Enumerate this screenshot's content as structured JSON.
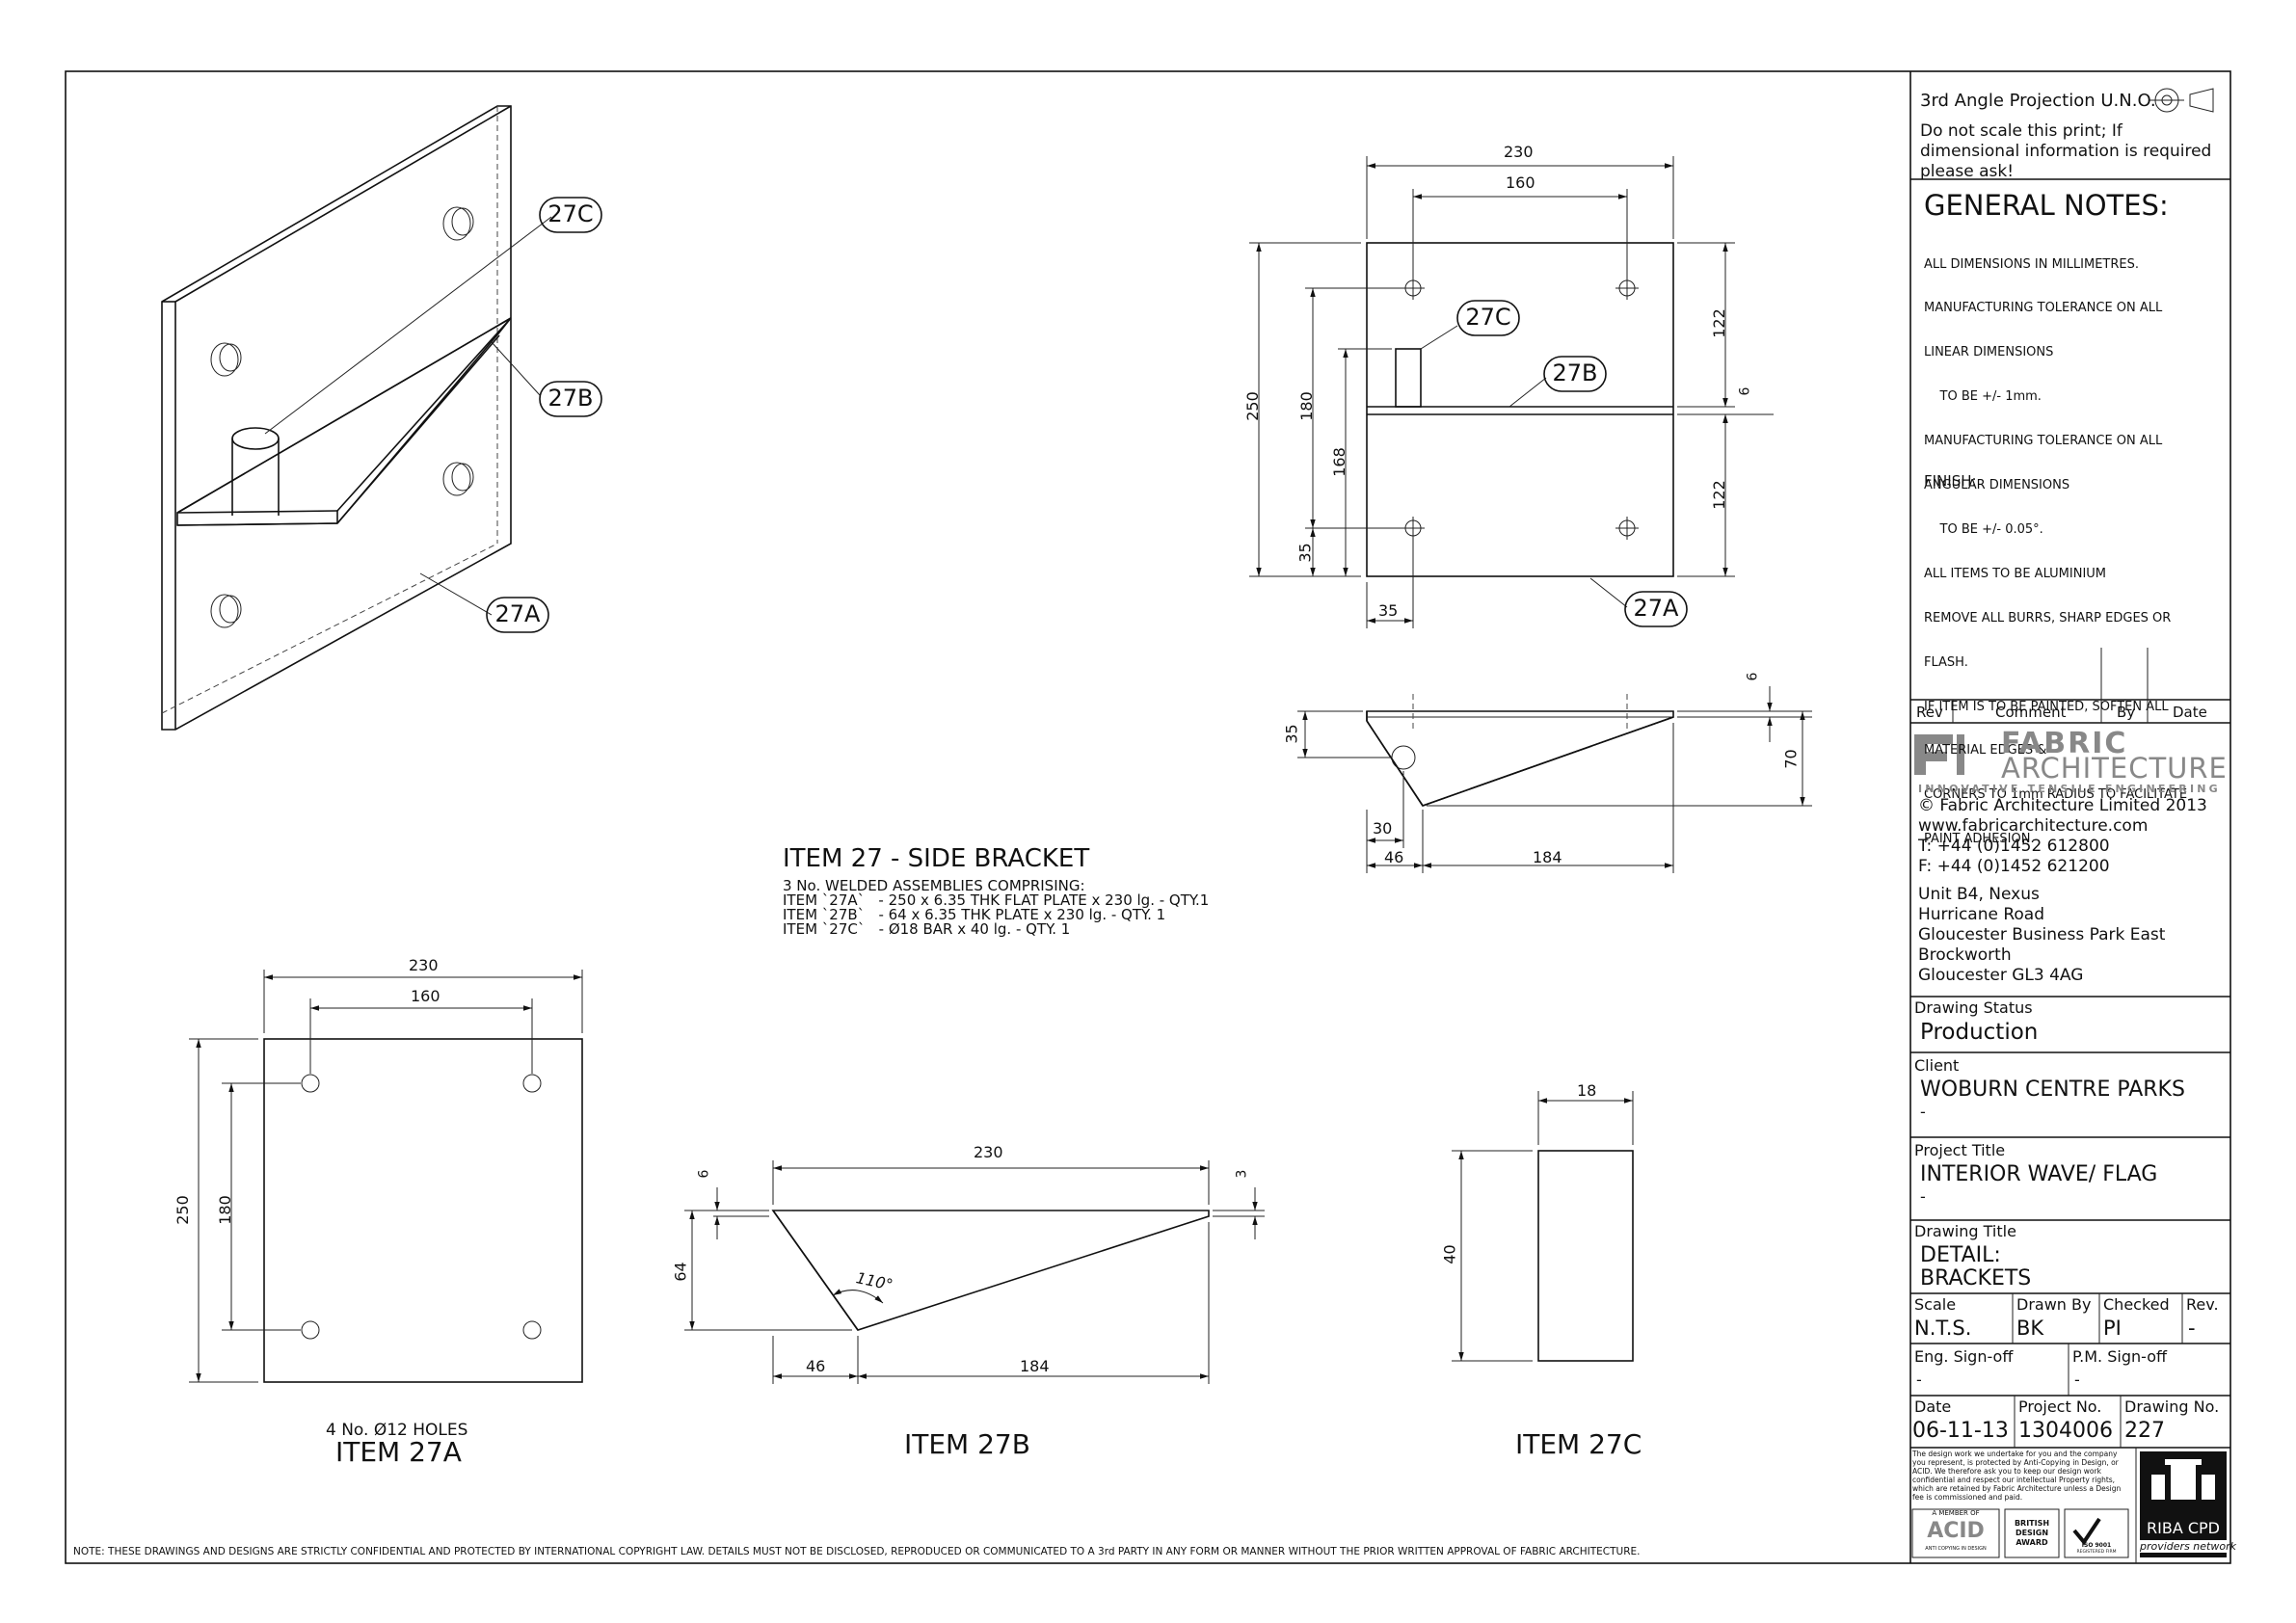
{
  "title_block": {
    "projection": "3rd Angle Projection U.N.O.",
    "scale_note": "Do not scale this print; If dimensional information is required please ask!",
    "general_notes_heading": "GENERAL NOTES:",
    "general_notes": [
      "ALL DIMENSIONS IN MILLIMETRES.",
      "MANUFACTURING TOLERANCE ON ALL",
      "LINEAR DIMENSIONS",
      "    TO BE +/- 1mm.",
      "MANUFACTURING TOLERANCE ON ALL",
      "ANGULAR DIMENSIONS",
      "    TO BE +/- 0.05°.",
      "ALL ITEMS TO BE ALUMINIUM",
      "REMOVE ALL BURRS, SHARP EDGES OR",
      "FLASH.",
      "IF ITEM IS TO BE PAINTED, SOFTEN ALL",
      "MATERIAL EDGES &",
      "CORNERS TO 1mm RADIUS TO FACILITATE",
      "PAINT ADHESION."
    ],
    "finish_label": "FINISH:",
    "revision_headers": [
      "Rev",
      "Comment",
      "By",
      "Date"
    ],
    "company_name_1": "FABRIC",
    "company_name_2": "ARCHITECTURE",
    "company_tagline": "INNOVATIVE TENSILE ENGINEERING",
    "company_details": [
      "© Fabric Architecture Limited 2013",
      "www.fabricarchitecture.com",
      "T: +44 (0)1452 612800",
      "F: +44 (0)1452 621200"
    ],
    "address": [
      "Unit B4, Nexus",
      "Hurricane Road",
      "Gloucester Business Park East",
      "Brockworth",
      "Gloucester GL3 4AG"
    ],
    "drawing_status_label": "Drawing Status",
    "drawing_status": "Production",
    "client_label": "Client",
    "client": "WOBURN CENTRE PARKS",
    "client_sub": "-",
    "project_title_label": "Project Title",
    "project_title": "INTERIOR WAVE/ FLAG",
    "project_title_sub": "-",
    "drawing_title_label": "Drawing Title",
    "drawing_title_1": "DETAIL:",
    "drawing_title_2": "BRACKETS",
    "scale_label": "Scale",
    "scale": "N.T.S.",
    "drawn_by_label": "Drawn By",
    "drawn_by": "BK",
    "checked_label": "Checked",
    "checked": "PI",
    "rev_label": "Rev.",
    "rev": "-",
    "eng_signoff_label": "Eng. Sign-off",
    "eng_signoff": "-",
    "pm_signoff_label": "P.M. Sign-off",
    "pm_signoff": "-",
    "date_label": "Date",
    "date": "06-11-13",
    "project_no_label": "Project No.",
    "project_no": "1304006",
    "drawing_no_label": "Drawing No.",
    "drawing_no": "227",
    "copyright_small": "The design work we undertake for you and the company you represent, is protected by Anti-Copying in Design, or ACID. We therefore ask you to keep our design work confidential and respect our intellectual Property rights, which are retained by Fabric Architecture unless a Design fee is commissioned and paid.",
    "logos": {
      "acid_top": "A MEMBER OF",
      "acid": "ACID",
      "acid_bottom": "ANTI COPYING IN DESIGN",
      "bda_1": "BRITISH",
      "bda_2": "DESIGN",
      "bda_3": "AWARD",
      "iso": "ISO 9001",
      "iso_bottom": "REGISTERED FIRM",
      "riba": "RIBA CPD",
      "riba_sub": "providers network"
    }
  },
  "item_heading": {
    "title": "ITEM 27 - SIDE BRACKET",
    "lines": [
      "3 No. WELDED ASSEMBLIES COMPRISING:",
      "ITEM `27A`   - 250 x 6.35 THK FLAT PLATE x 230 lg. - QTY.1",
      "ITEM `27B`   - 64 x 6.35 THK PLATE x 230 lg. - QTY. 1",
      "ITEM `27C`   - Ø18 BAR x 40 lg. - QTY. 1"
    ]
  },
  "callouts": {
    "a": "27A",
    "b": "27B",
    "c": "27C"
  },
  "front_view_dims": {
    "w_total": "230",
    "w_holes": "160",
    "h_total": "250",
    "h_180": "180",
    "h_168": "168",
    "h_35": "35",
    "w_35": "35",
    "r_122_top": "122",
    "r_6": "6",
    "r_122_bot": "122"
  },
  "side_view_dims": {
    "d_6": "6",
    "d_35": "35",
    "d_70": "70",
    "d_30": "30",
    "d_46": "46",
    "d_184": "184"
  },
  "item_27a": {
    "w_total": "230",
    "w_holes": "160",
    "h_total": "250",
    "h_holes": "180",
    "holes_note": "4 No. Ø12 HOLES",
    "label": "ITEM 27A"
  },
  "item_27b": {
    "w_total": "230",
    "d_6": "6",
    "d_3": "3",
    "d_64": "64",
    "angle": "110°",
    "d_46": "46",
    "d_184": "184",
    "label": "ITEM 27B"
  },
  "item_27c": {
    "w": "18",
    "h": "40",
    "label": "ITEM 27C"
  },
  "footer_note": "NOTE: THESE DRAWINGS AND DESIGNS ARE STRICTLY CONFIDENTIAL AND PROTECTED BY INTERNATIONAL COPYRIGHT LAW. DETAILS MUST NOT BE DISCLOSED, REPRODUCED OR COMMUNICATED TO A 3rd PARTY IN ANY FORM OR MANNER WITHOUT THE PRIOR WRITTEN APPROVAL OF FABRIC ARCHITECTURE."
}
